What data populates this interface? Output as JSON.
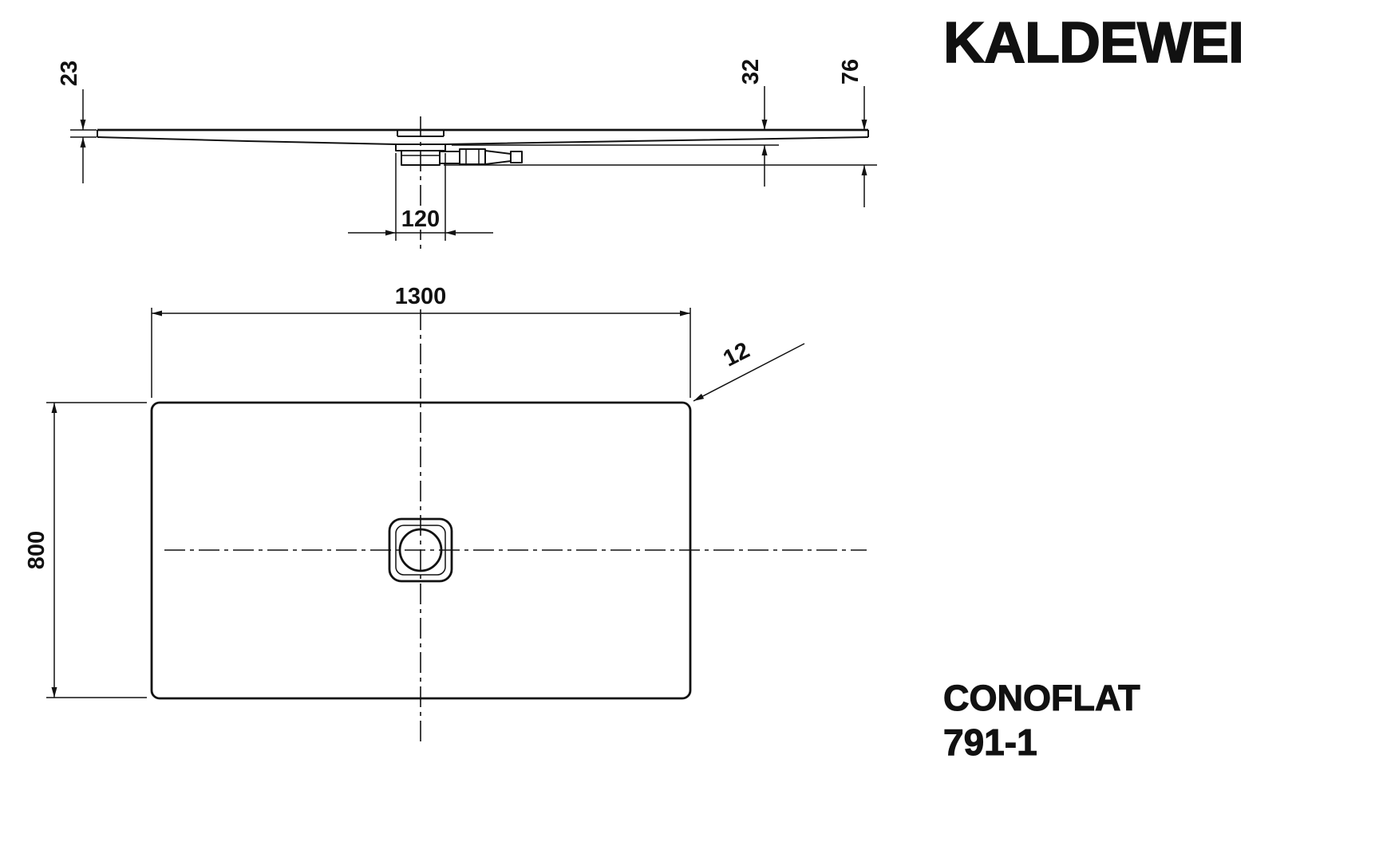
{
  "page": {
    "type": "technical-dimension-drawing"
  },
  "brand": {
    "logo_text": "KALDEWEI"
  },
  "product": {
    "series": "CONOFLAT",
    "model": "791-1"
  },
  "dimensions": {
    "rim_thickness_mm": "23",
    "depth_at_drain_mm": "32",
    "total_height_mm": "76",
    "drain_recess_mm": "120",
    "length_mm": "1300",
    "width_mm": "800",
    "corner_radius_mm": "12"
  },
  "colors": {
    "ink": "#111111",
    "background": "#ffffff"
  }
}
